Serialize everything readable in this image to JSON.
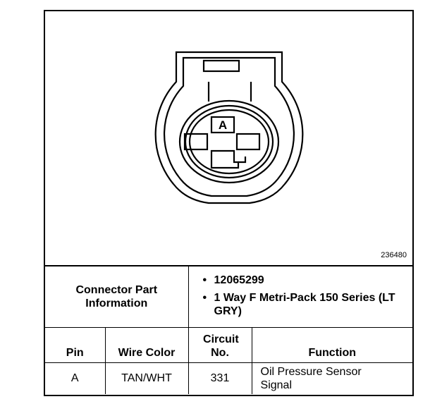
{
  "figure": {
    "id": "236480",
    "connector_cavity_label": "A"
  },
  "connector_info": {
    "label": "Connector Part Information",
    "items": [
      "12065299",
      "1 Way F Metri-Pack 150 Series (LT GRY)"
    ]
  },
  "table": {
    "headers": {
      "pin": "Pin",
      "wire_color": "Wire Color",
      "circuit": "Circuit No.",
      "function": "Function"
    },
    "rows": [
      {
        "pin": "A",
        "wire_color": "TAN/WHT",
        "circuit": "331",
        "function": "Oil Pressure Sensor Signal"
      }
    ]
  }
}
